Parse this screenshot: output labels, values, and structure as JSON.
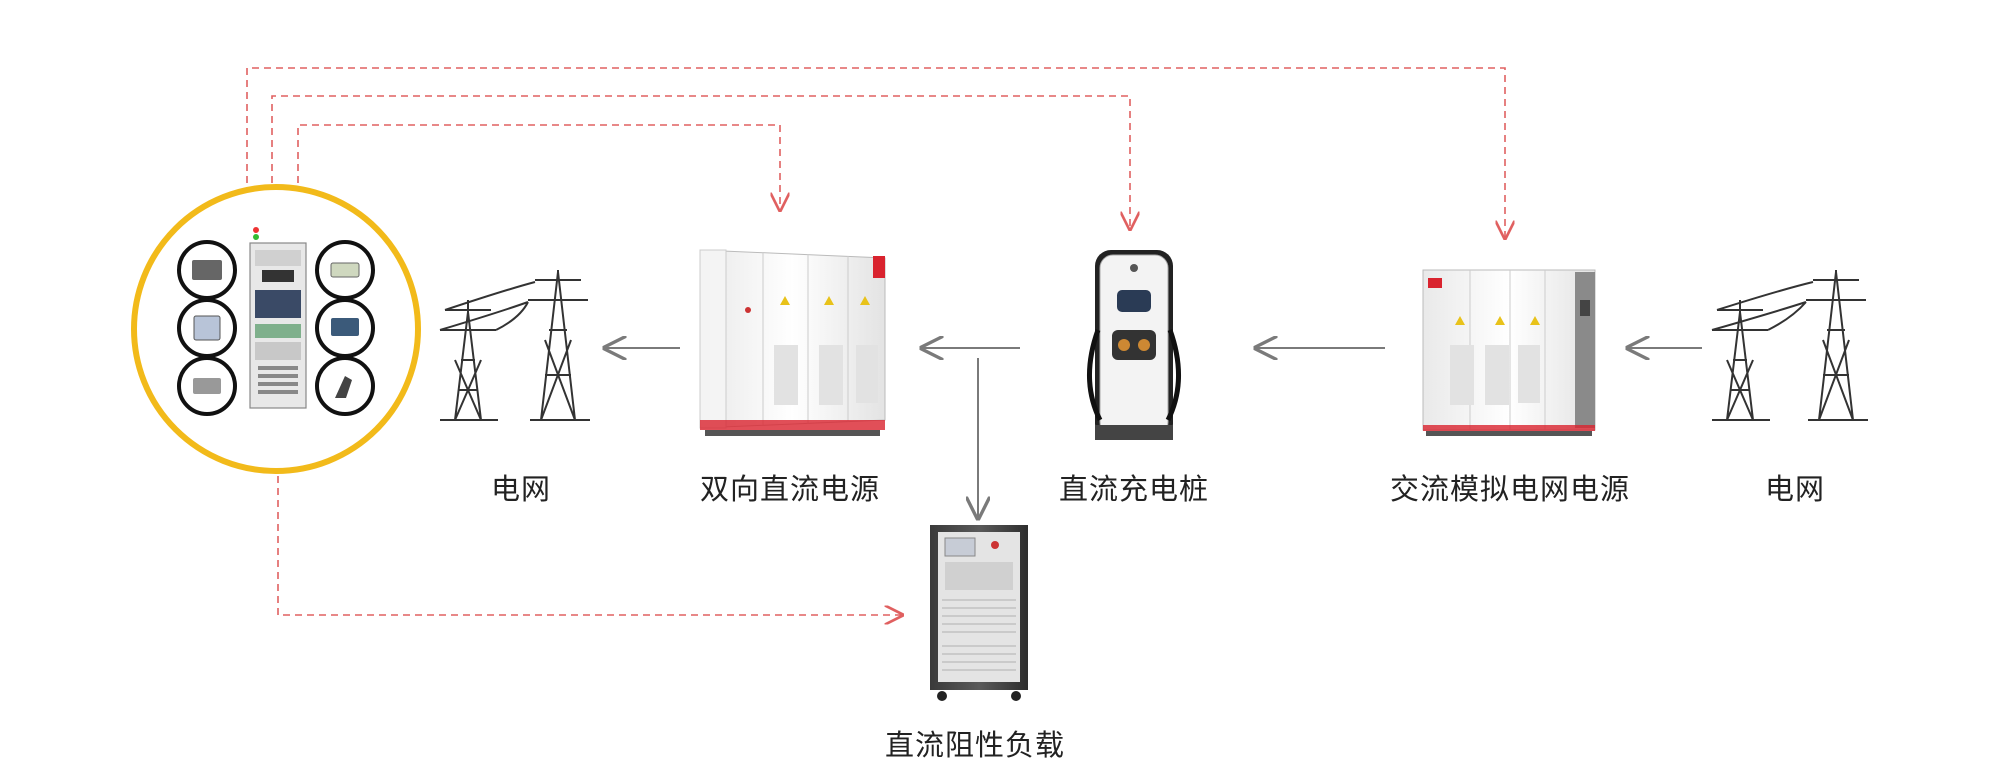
{
  "labels": {
    "grid_left": "电网",
    "bidirectional_dc_supply": "双向直流电源",
    "dc_charging_pile": "直流充电桩",
    "ac_grid_simulator": "交流模拟电网电源",
    "grid_right": "电网",
    "dc_resistive_load": "直流阻性负载"
  },
  "colors": {
    "control_ring": "#F2BA1A",
    "control_link": "#E06060",
    "power_arrow": "#7a7a7a",
    "brand_accent": "#D9232E"
  }
}
